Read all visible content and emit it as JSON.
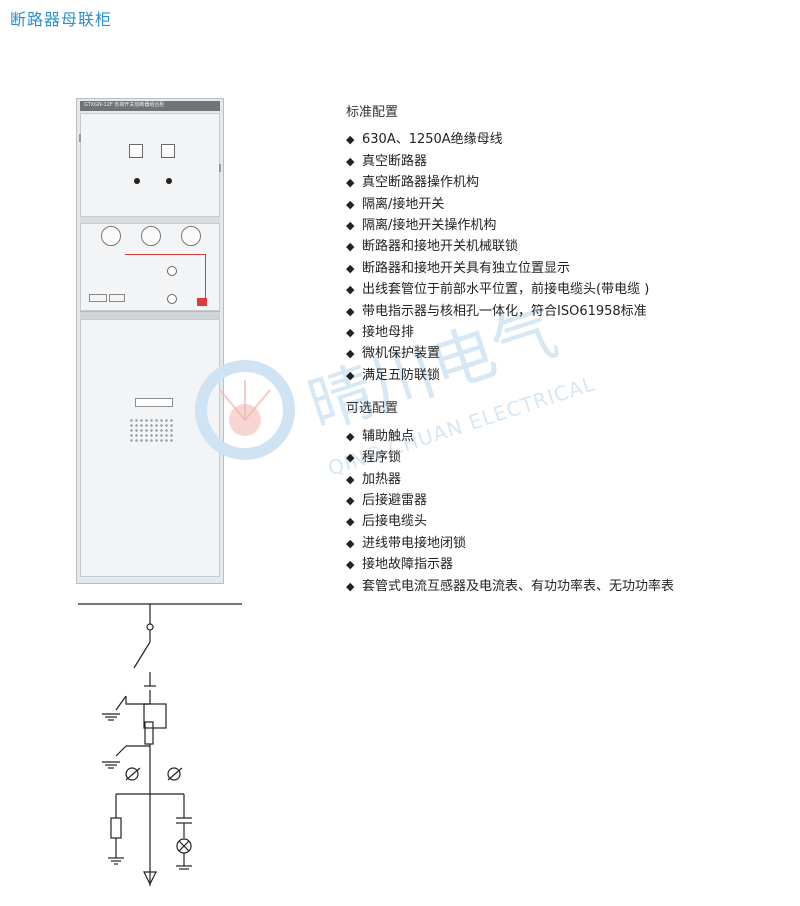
{
  "page": {
    "title": "断路器母联柜"
  },
  "cabinet": {
    "label": "GTXGN-12F   负荷开关熔断器组合柜"
  },
  "standard": {
    "title": "标准配置",
    "items": [
      "630A、1250A绝缘母线",
      "真空断路器",
      "真空断路器操作机构",
      "隔离/接地开关",
      "隔离/接地开关操作机构",
      "断路器和接地开关机械联锁",
      "断路器和接地开关具有独立位置显示",
      "出线套管位于前部水平位置，前接电缆头(带电缆 )",
      "带电指示器与核相孔一体化，符合ISO61958标准",
      "接地母排",
      "微机保护装置",
      "满足五防联锁"
    ]
  },
  "optional": {
    "title": "可选配置",
    "items": [
      "辅助触点",
      "程序锁",
      "加热器",
      "后接避雷器",
      "后接电缆头",
      "进线带电接地闭锁",
      "接地故障指示器",
      "套管式电流互感器及电流表、有功功率表、无功功率表"
    ]
  },
  "bullet_symbol": "◆",
  "watermark": {
    "cn": "晴川电气",
    "en": "QING CHUAN ELECTRICAL"
  },
  "colors": {
    "title": "#2b8fd0",
    "watermark": "#9cc6e6",
    "accent_red": "#e03a3a"
  }
}
